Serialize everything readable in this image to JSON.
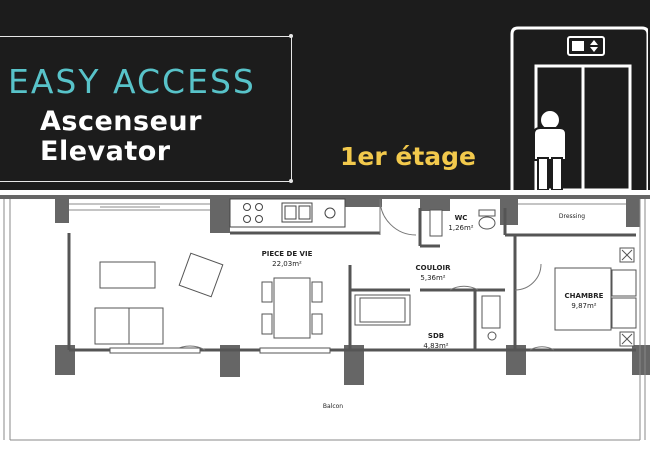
{
  "header": {
    "headline": "EASY ACCESS",
    "subtitle_fr": "Ascenseur",
    "subtitle_en": "Elevator",
    "floor": "1er étage",
    "headline_color": "#58c3c9",
    "floor_color": "#f2c94c",
    "background": "#1c1c1c"
  },
  "elevator_icon": {
    "icon": "elevator-icon"
  },
  "plan": {
    "rooms": {
      "living": {
        "name": "PIECE DE VIE",
        "area": "22,03m²"
      },
      "hall": {
        "name": "COULOIR",
        "area": "5,36m²"
      },
      "wc": {
        "name": "WC",
        "area": "1,26m²"
      },
      "bathroom": {
        "name": "SDB",
        "area": "4,83m²"
      },
      "bedroom": {
        "name": "CHAMBRE",
        "area": "9,87m²"
      },
      "dressing": {
        "name": "Dressing"
      },
      "balcony": {
        "name": "Balcon"
      }
    }
  }
}
